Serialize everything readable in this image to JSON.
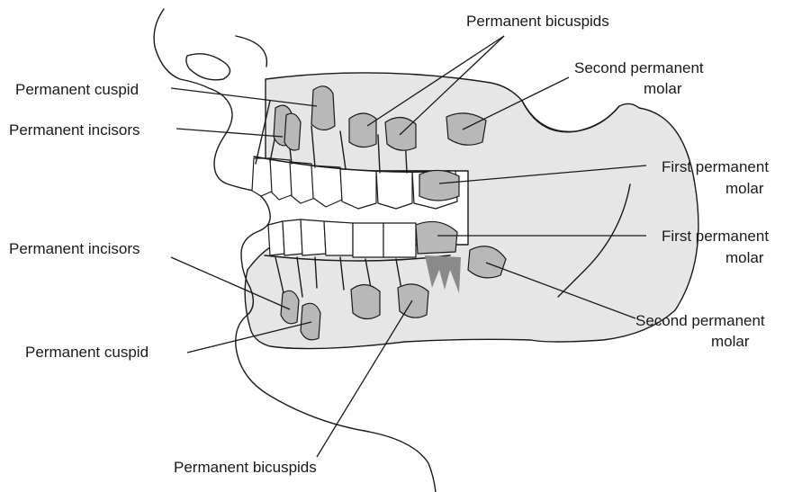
{
  "labels": {
    "top_bicuspids": "Permanent bicuspids",
    "upper_cuspid": "Permanent cuspid",
    "upper_incisors": "Permanent incisors",
    "upper_second_molar_1": "Second permanent",
    "upper_second_molar_2": "molar",
    "upper_first_molar_1": "First permanent",
    "upper_first_molar_2": "molar",
    "lower_first_molar_1": "First permanent",
    "lower_first_molar_2": "molar",
    "lower_incisors": "Permanent incisors",
    "lower_cuspid": "Permanent cuspid",
    "lower_second_molar_1": "Second permanent",
    "lower_second_molar_2": "molar",
    "bottom_bicuspids": "Permanent bicuspids"
  },
  "colors": {
    "jaw_fill": "#e6e6e6",
    "bud_fill": "#b8b8b8",
    "line": "#1a1a1a"
  }
}
